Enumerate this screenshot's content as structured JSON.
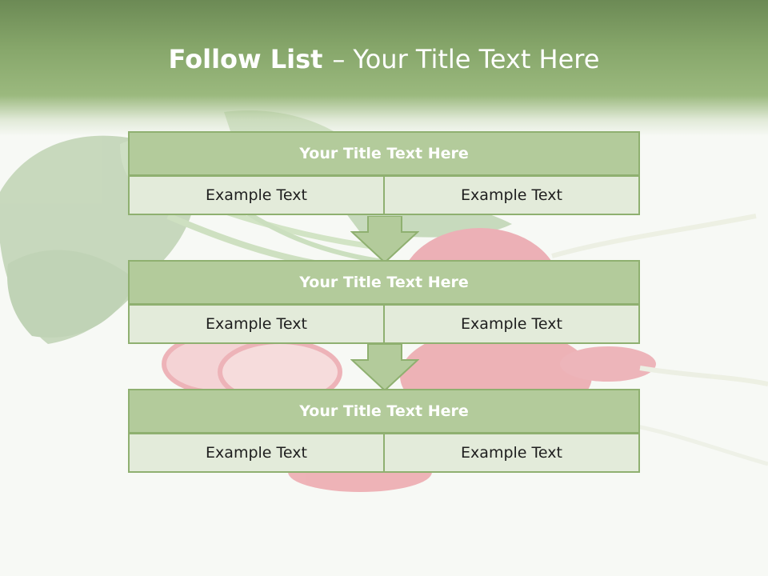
{
  "slide": {
    "title_bold": "Follow List",
    "title_dash": "–",
    "title_rest": "Your Title Text Here"
  },
  "blocks": [
    {
      "title": "Your Title Text Here",
      "left": "Example Text",
      "right": "Example Text"
    },
    {
      "title": "Your Title Text Here",
      "left": "Example Text",
      "right": "Example Text"
    },
    {
      "title": "Your Title Text Here",
      "left": "Example Text",
      "right": "Example Text"
    }
  ],
  "colors": {
    "header_green": "#86a66a",
    "block_title_fill": "#b3cb9b",
    "cell_fill": "#e3ebda",
    "border": "#8fb070",
    "arrow_fill": "#b3cb9b"
  }
}
